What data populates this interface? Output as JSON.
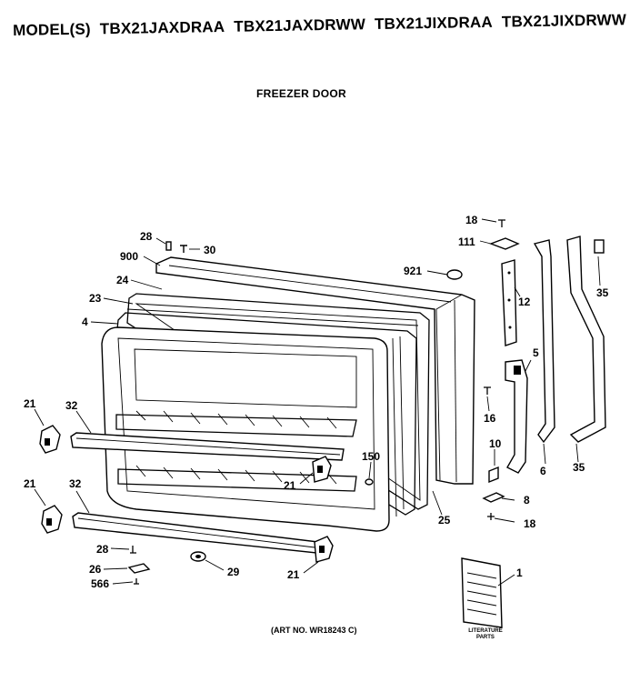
{
  "header": {
    "models_prefix": "MODEL(S)",
    "models": [
      "TBX21JAXDRAA",
      "TBX21JAXDRWW",
      "TBX21JIXDRAA",
      "TBX21JIXDRWW"
    ]
  },
  "section_title": "FREEZER DOOR",
  "art_number": "(ART NO. WR18243 C)",
  "literature_caption": "LITERATURE PARTS",
  "callouts": {
    "p28_top": "28",
    "p30": "30",
    "p900": "900",
    "p24": "24",
    "p23": "23",
    "p4": "4",
    "p921": "921",
    "p18_top": "18",
    "p111": "111",
    "p12": "12",
    "p35_top": "35",
    "p5": "5",
    "p16": "16",
    "p6": "6",
    "p35_bot": "35",
    "p10": "10",
    "p8": "8",
    "p18_bot": "18",
    "p25": "25",
    "p150": "150",
    "p21_l1": "21",
    "p32_1": "32",
    "p21_m1": "21",
    "p21_l2": "21",
    "p32_2": "32",
    "p28_bot": "28",
    "p26": "26",
    "p566": "566",
    "p29": "29",
    "p21_m2": "21",
    "p1": "1"
  }
}
